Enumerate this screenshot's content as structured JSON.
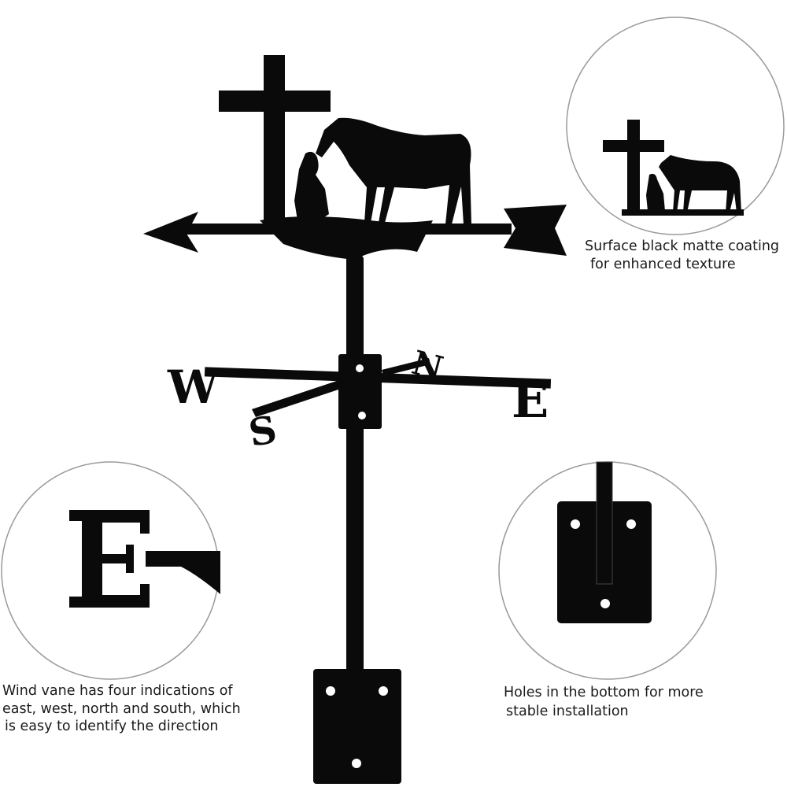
{
  "product": {
    "compass_letters": {
      "west": "W",
      "east": "E",
      "north": "N",
      "south": "S"
    }
  },
  "callouts": {
    "coating": {
      "line1": "Surface black matte coating",
      "line2": "for enhanced texture"
    },
    "directions": {
      "line1": "Wind vane has four indications of",
      "line2": "east, west, north and south, which",
      "line3": "is easy to identify the direction"
    },
    "holes": {
      "line1": "Holes in the bottom for more",
      "line2": "stable installation"
    }
  },
  "colors": {
    "metal": "#0a0a0a",
    "circle_stroke": "#9a9a9a"
  }
}
